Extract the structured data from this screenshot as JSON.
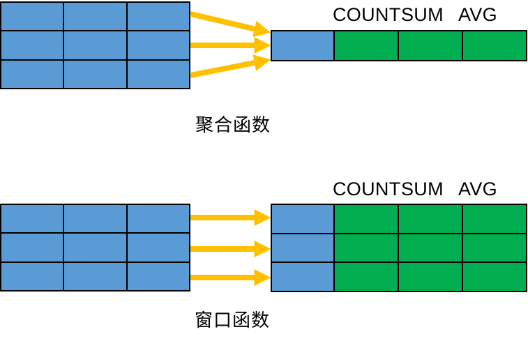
{
  "colors": {
    "cell_blue": "#5B9BD5",
    "cell_green": "#00AE50",
    "arrow_yellow": "#FFC000",
    "grid_line": "#000000",
    "text": "#000000",
    "background": "#FFFFFF"
  },
  "sections": {
    "aggregate": {
      "caption": "聚合函数",
      "headers": [
        "COUNT",
        "SUM",
        "AVG"
      ],
      "source_table": {
        "rows": 3,
        "cols": 3,
        "fill": "cell_blue"
      },
      "result_table": {
        "rows": 1,
        "cols": 4,
        "first_col_fill": "cell_blue",
        "fill": "cell_green"
      },
      "arrows": {
        "count": 3,
        "style": "converging",
        "fill": "arrow_yellow"
      }
    },
    "window": {
      "caption": "窗口函数",
      "headers": [
        "COUNT",
        "SUM",
        "AVG"
      ],
      "source_table": {
        "rows": 3,
        "cols": 3,
        "fill": "cell_blue"
      },
      "result_table": {
        "rows": 3,
        "cols": 4,
        "first_col_fill": "cell_blue",
        "fill": "cell_green"
      },
      "arrows": {
        "count": 3,
        "style": "parallel",
        "fill": "arrow_yellow"
      }
    }
  }
}
